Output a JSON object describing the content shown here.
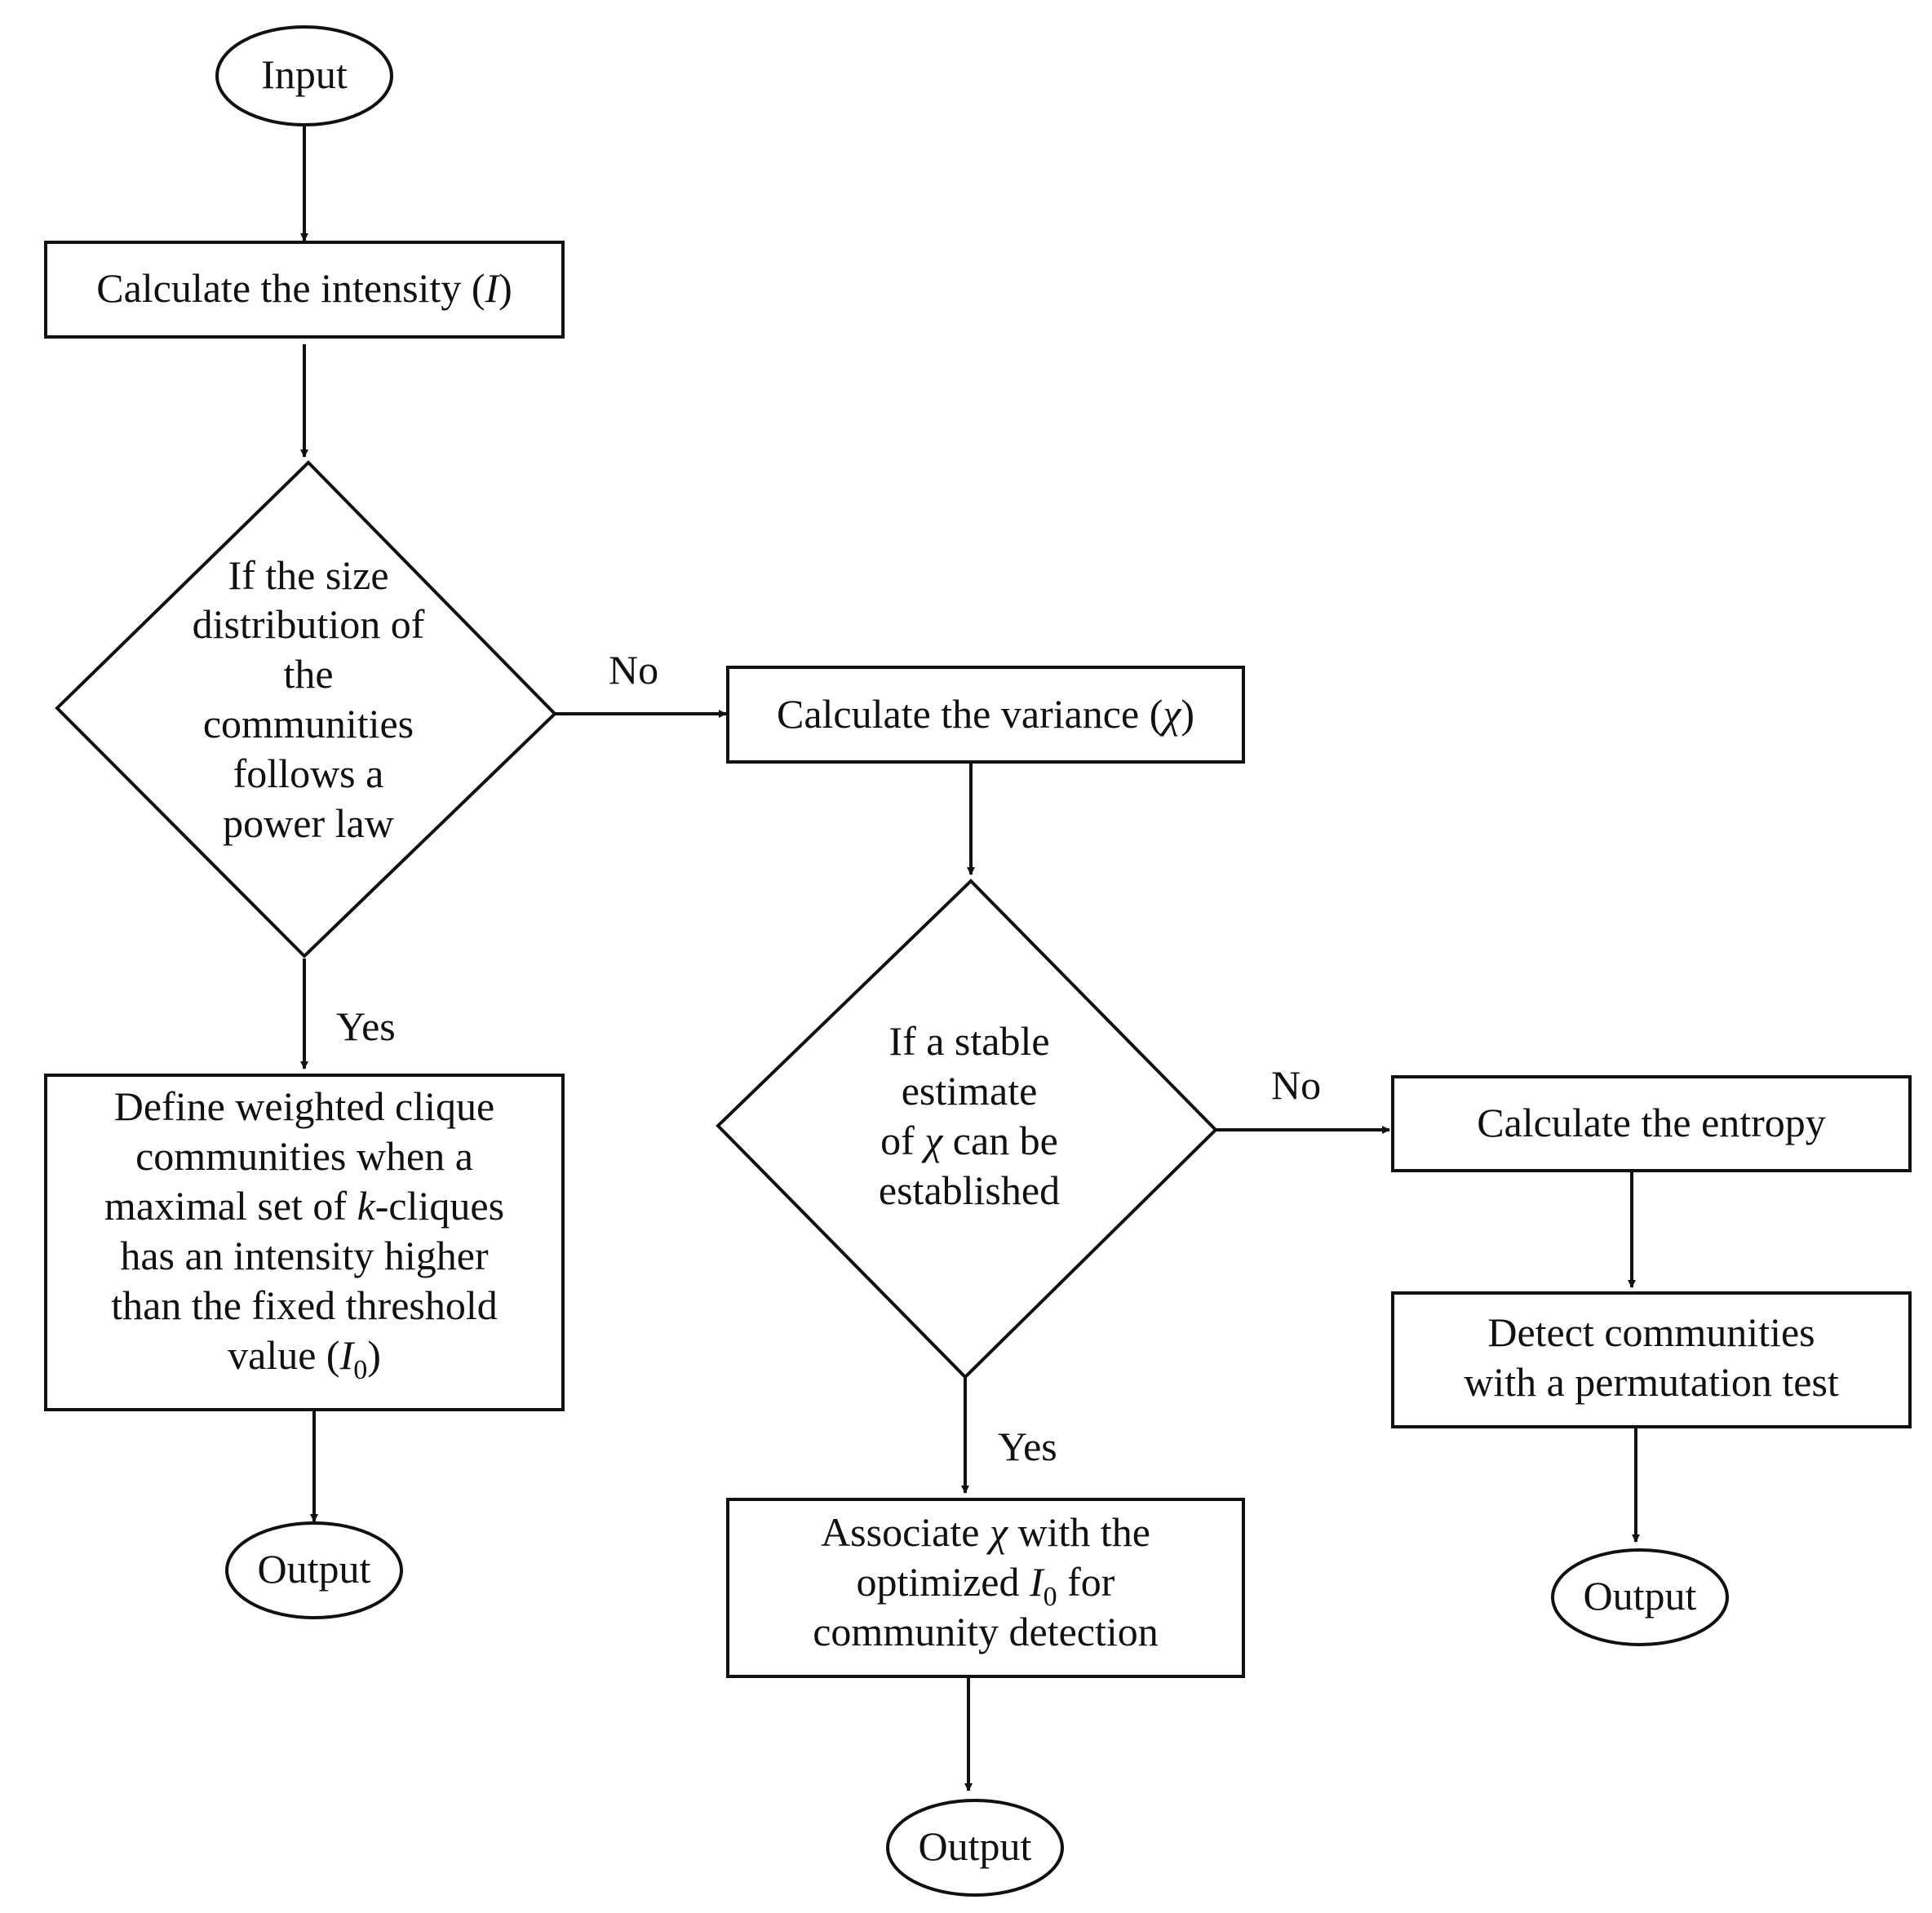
{
  "nodes": {
    "input": "Input",
    "calc_intensity": {
      "prefix": "Calculate the intensity (",
      "symbol": "I",
      "suffix": ")"
    },
    "decision_power_law": {
      "lines": [
        "If the size",
        "distribution of",
        "the",
        "communities",
        "follows a",
        "power law"
      ]
    },
    "define_cliques": {
      "line1": "Define weighted clique",
      "line2": "communities when a",
      "line3_pre": "maximal set of ",
      "line3_k": "k",
      "line3_post": "-cliques",
      "line4": "has an intensity higher",
      "line5": "than the fixed threshold",
      "line6_pre": "value (",
      "line6_sym": "I",
      "line6_sub": "0",
      "line6_post": ")"
    },
    "output_left": "Output",
    "calc_variance": {
      "prefix": "Calculate the variance (",
      "symbol": "χ",
      "suffix": ")"
    },
    "decision_stable": {
      "line1": "If a stable",
      "line2": "estimate",
      "line3_pre": "of ",
      "line3_sym": "χ",
      "line3_post": " can be",
      "line4": "established"
    },
    "associate": {
      "line1_pre": "Associate ",
      "line1_sym": "χ",
      "line1_post": " with the",
      "line2_pre": "optimized ",
      "line2_sym": "I",
      "line2_sub": "0",
      "line2_post": " for",
      "line3": "community detection"
    },
    "output_middle": "Output",
    "calc_entropy": "Calculate the entropy",
    "detect": {
      "line1": "Detect communities",
      "line2": "with a permutation test"
    },
    "output_right": "Output"
  },
  "edge_labels": {
    "no_1": "No",
    "yes_1": "Yes",
    "no_2": "No",
    "yes_2": "Yes"
  }
}
